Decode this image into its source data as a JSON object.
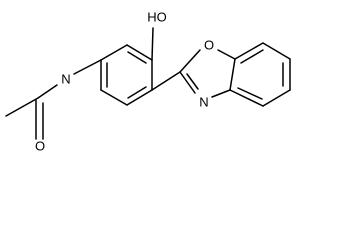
{
  "structure": {
    "atom_labels": {
      "hydroxyl": "HO",
      "amide_nitrogen": "N",
      "carbonyl_oxygen": "O",
      "oxazole_oxygen": "O",
      "oxazole_nitrogen": "N"
    }
  }
}
